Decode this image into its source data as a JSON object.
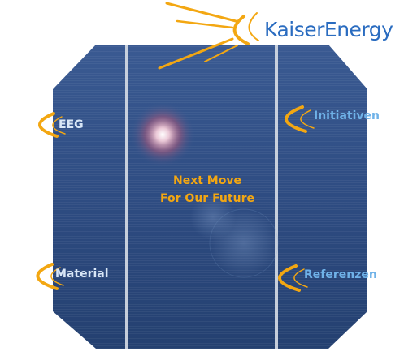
{
  "brand": {
    "name": "KaiserEnergy",
    "accent": "#f3a712",
    "color": "#2a6cc0"
  },
  "tagline": {
    "line1": "Next Move",
    "line2": "For Our Future"
  },
  "nav": {
    "eeg": "EEG",
    "initiativen": "Initiativen",
    "material": "Material",
    "referenzen": "Referenzen"
  }
}
